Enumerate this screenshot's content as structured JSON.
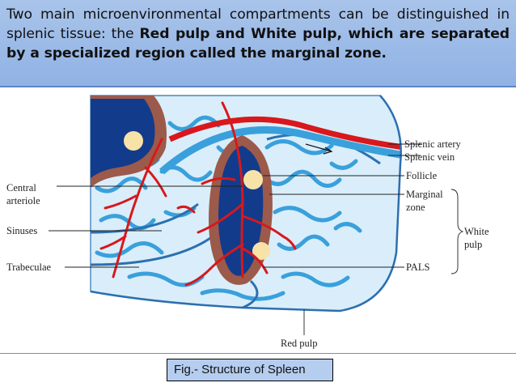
{
  "intro": {
    "text_plain": "Two main microenvironmental compartments can be distinguished in splenic tissue: the ",
    "text_bold": "Red pulp and White pulp, which are separated by a specialized region called the marginal zone."
  },
  "diagram": {
    "labels": {
      "splenic_artery": "Splenic artery",
      "splenic_vein": "Splenic vein",
      "follicle": "Follicle",
      "marginal_zone_1": "Marginal",
      "marginal_zone_2": "zone",
      "white_pulp_1": "White",
      "white_pulp_2": "pulp",
      "pals": "PALS",
      "central_arteriole_1": "Central",
      "central_arteriole_2": "arteriole",
      "sinuses": "Sinuses",
      "trabeculae": "Trabeculae",
      "red_pulp": "Red pulp"
    },
    "colors": {
      "artery": "#d8181c",
      "vein_sinus": "#3aa0dc",
      "white_pulp": "#123b8c",
      "marginal_zone": "#9c5a4a",
      "follicle": "#f7e3a8",
      "capsule_bg": "#d9eefa"
    }
  },
  "caption": {
    "text": "Fig.- Structure of Spleen"
  }
}
